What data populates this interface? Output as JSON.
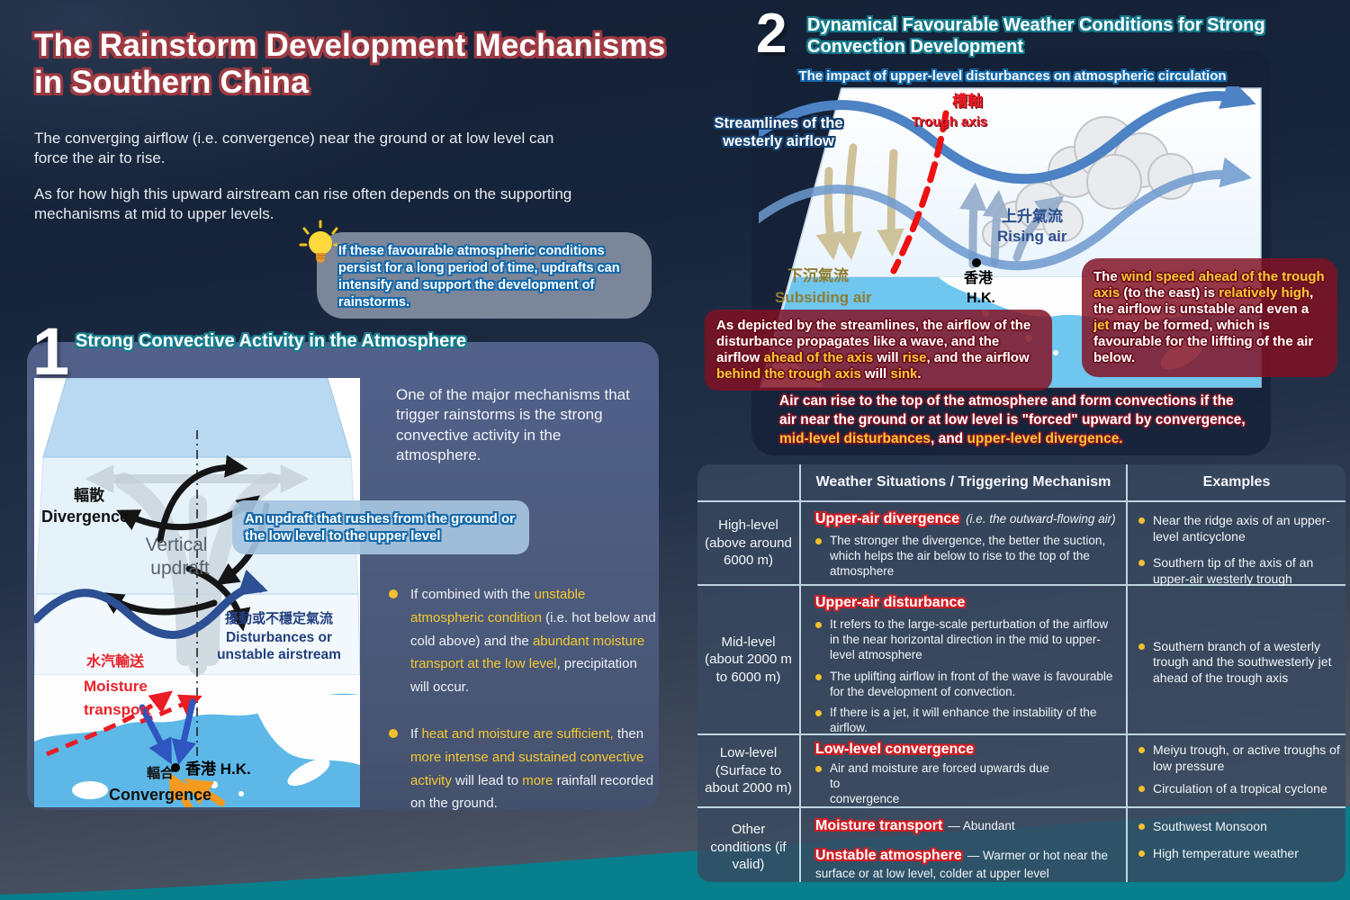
{
  "colors": {
    "accent_teal": "#0a7f8d",
    "highlight_yellow": "#f6c832",
    "alert_red": "#c01f2f",
    "panel_slate": "#4d5c7e"
  },
  "page": {
    "title_line1": "The Rainstorm Development Mechanisms",
    "title_line2": "in Southern China",
    "intro_p1": "The converging airflow (i.e. convergence) near the ground or at low level can force the air to rise.",
    "intro_p2": "As for how high this upward airstream can rise often depends on the supporting mechanisms at mid to upper levels."
  },
  "tip": {
    "icon": "light-bulb",
    "text": "If these favourable atmospheric conditions persist for a long period of time, updrafts can intensify and support the development of rainstorms."
  },
  "section1": {
    "number": "1",
    "heading": "Strong Convective Activity in the Atmosphere",
    "description": "One of the major mechanisms that trigger rainstorms is the strong convective activity in the atmosphere.",
    "callout": "An updraft that rushes from the ground or the low level to the upper level",
    "diagram": {
      "divergence_zh": "輻散",
      "divergence_en": "Divergence",
      "updraft_line1": "Vertical",
      "updraft_line2": "updraft",
      "disturbance_zh": "擾動或不穩定氣流",
      "disturbance_en1": "Disturbances or",
      "disturbance_en2": "unstable airstream",
      "moisture_zh": "水汽輸送",
      "moisture_en1": "Moisture",
      "moisture_en2": "transport",
      "hk_label": "香港 H.K.",
      "convergence_zh": "輻合",
      "convergence_en": "Convergence"
    },
    "bullets": [
      [
        {
          "t": "If combined with the "
        },
        {
          "t": "unstable atmospheric condition",
          "c": "y"
        },
        {
          "t": " (i.e. hot below and cold above) and the "
        },
        {
          "t": "abundant moisture transport at the low level",
          "c": "y"
        },
        {
          "t": ", precipitation will occur."
        }
      ],
      [
        {
          "t": "If "
        },
        {
          "t": "heat and moisture are sufficient,",
          "c": "y"
        },
        {
          "t": " then "
        },
        {
          "t": "more intense and sustained convective activity",
          "c": "y"
        },
        {
          "t": " will lead to "
        },
        {
          "t": "more",
          "c": "y"
        },
        {
          "t": " rainfall recorded on the ground."
        }
      ]
    ]
  },
  "section2": {
    "number": "2",
    "heading": "Dynamical Favourable Weather Conditions for Strong Convection Development",
    "subheading": "The impact of upper-level disturbances on atmospheric circulation",
    "streamlines_label": "Streamlines of the westerly airflow",
    "diagram": {
      "trough_zh": "槽軸",
      "trough_en": "Trough axis",
      "rising_zh": "上升氣流",
      "rising_en": "Rising air",
      "subsiding_zh": "下沉氣流",
      "subsiding_en": "Subsiding air",
      "hk_zh": "香港",
      "hk_en": "H.K."
    },
    "note_right": [
      {
        "t": "The "
      },
      {
        "t": "wind speed ahead of the trough axis",
        "c": "y"
      },
      {
        "t": " (to the east) is "
      },
      {
        "t": "relatively high",
        "c": "y"
      },
      {
        "t": ", the airflow is unstable and even a "
      },
      {
        "t": "jet",
        "c": "y"
      },
      {
        "t": " may be formed, which is favourable for the liffting of the air below."
      }
    ],
    "note_left": [
      {
        "t": "As depicted by the streamlines, the airflow of the disturbance propagates like a wave, and the airflow "
      },
      {
        "t": "ahead of the axis",
        "c": "y"
      },
      {
        "t": " will "
      },
      {
        "t": "rise",
        "c": "y"
      },
      {
        "t": ", and the airflow "
      },
      {
        "t": "behind the trough axis",
        "c": "y"
      },
      {
        "t": " will "
      },
      {
        "t": "sink",
        "c": "y"
      },
      {
        "t": "."
      }
    ],
    "statement": [
      {
        "t": "Air can rise to the top of the atmosphere and form convections if the air near the ground or at low level is \"forced\" upward by convergence, "
      },
      {
        "t": "mid-level disturbances",
        "c": "y"
      },
      {
        "t": ", and "
      },
      {
        "t": "upper-level divergence.",
        "c": "y"
      }
    ]
  },
  "table": {
    "headers": [
      "",
      "Weather Situations / Triggering Mechanism",
      "Examples"
    ],
    "rows": [
      {
        "level": "High-level (above around 6000 m)",
        "title": "Upper-air divergence",
        "title_note": "(i.e. the outward-flowing air)",
        "bullets": [
          "The stronger the divergence, the better the suction, which helps the air below to rise to the top of the atmosphere"
        ],
        "examples": [
          "Near the ridge axis of an upper-level anticyclone",
          "Southern tip of the axis of an upper-air westerly trough"
        ]
      },
      {
        "level": "Mid-level (about 2000 m to 6000 m)",
        "title": "Upper-air disturbance",
        "bullets": [
          "It refers to the large-scale perturbation of the airflow in the near horizontal direction in the mid to upper-level atmosphere",
          "The uplifting airflow in front of the wave is favourable for the development of convection.",
          "If there is a jet, it will enhance the instability of the airflow."
        ],
        "examples": [
          "Southern branch of a westerly trough and the southwesterly jet ahead of the trough axis"
        ]
      },
      {
        "level": "Low-level (Surface to about 2000 m)",
        "title": "Low-level convergence",
        "bullets": [
          "Air and moisture are forced upwards due\nto\nconvergence"
        ],
        "examples": [
          "Meiyu trough, or active troughs of low pressure",
          "Circulation of a tropical cyclone"
        ]
      },
      {
        "level": "Other conditions (if valid)",
        "items": [
          {
            "title": "Moisture transport",
            "desc": "— Abundant"
          },
          {
            "title": "Unstable atmosphere",
            "desc": "— Warmer or hot near the surface or at low level, colder at upper level"
          }
        ],
        "examples": [
          "Southwest Monsoon",
          "High temperature weather"
        ]
      }
    ]
  }
}
